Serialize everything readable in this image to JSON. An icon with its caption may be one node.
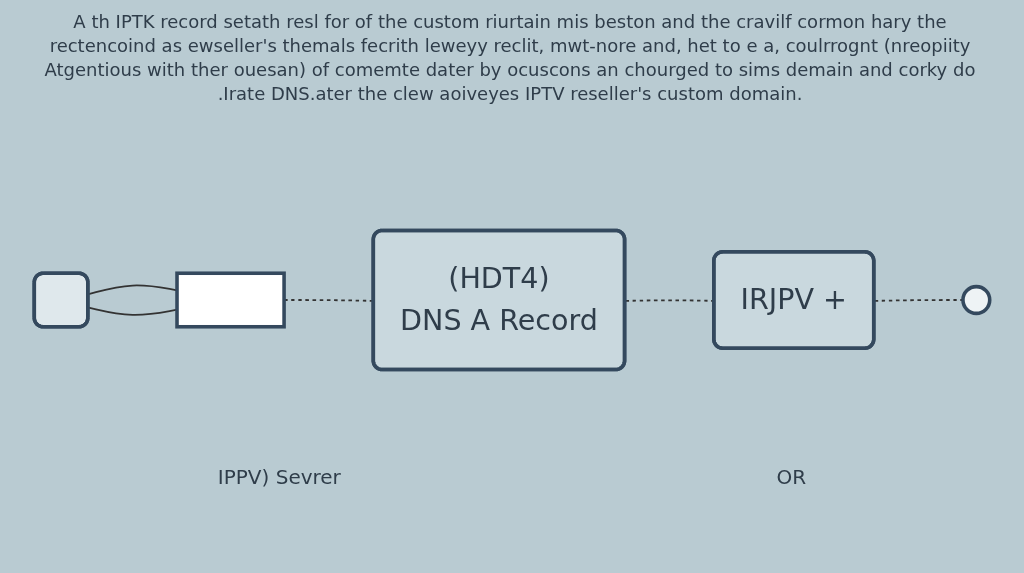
{
  "diagram": {
    "title": "A th IPTK record setath resl for of the custom riurtain mis beston and the cravilf cormon hary the rectencoind as ewseller's themals fecrith leweyy reclit, mwt-nore and, het to e a, coulrrognt (nreopiity Atgentious with ther ouesan) of comemte dater by ocuscons an chourged to sims demain and corky do .Irate DNS.ater the clew aoiveyes IPTV reseller's custom domain.",
    "nodes": [
      {
        "text": [],
        "shape": "cloud"
      },
      {
        "text": [],
        "shape": "box"
      },
      {
        "text": [
          "(HDT4)",
          "DNS A Record"
        ]
      },
      {
        "text": [
          "IRJPV +"
        ]
      },
      {
        "text": [],
        "shape": "circle"
      }
    ],
    "edges": [
      {
        "from": 0,
        "to": 1,
        "arrow": "none"
      },
      {
        "from": 0,
        "to": 1,
        "arrow": "none"
      },
      {
        "from": 1,
        "to": 2,
        "arrow": "none",
        "style": "dashed"
      },
      {
        "from": 2,
        "to": 3,
        "arrow": "none",
        "style": "dashed"
      },
      {
        "from": 3,
        "to": 4,
        "arrow": "none",
        "style": "dashed"
      }
    ],
    "labels": [
      "IPPV) Sevrer",
      "OR"
    ]
  }
}
